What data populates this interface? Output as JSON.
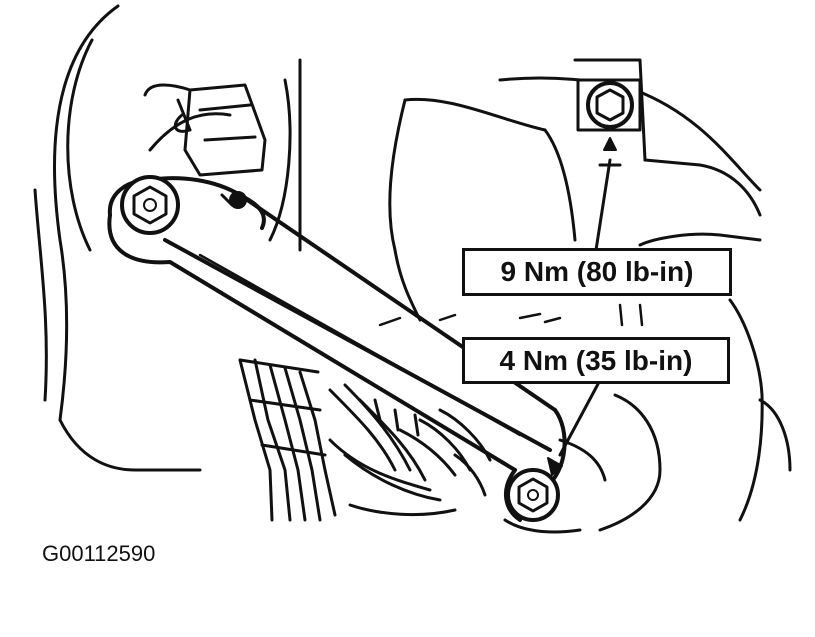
{
  "callouts": {
    "upper_torque": "9 Nm (80 lb-in)",
    "lower_torque": "4 Nm (35 lb-in)"
  },
  "figure_id": "G00112590"
}
